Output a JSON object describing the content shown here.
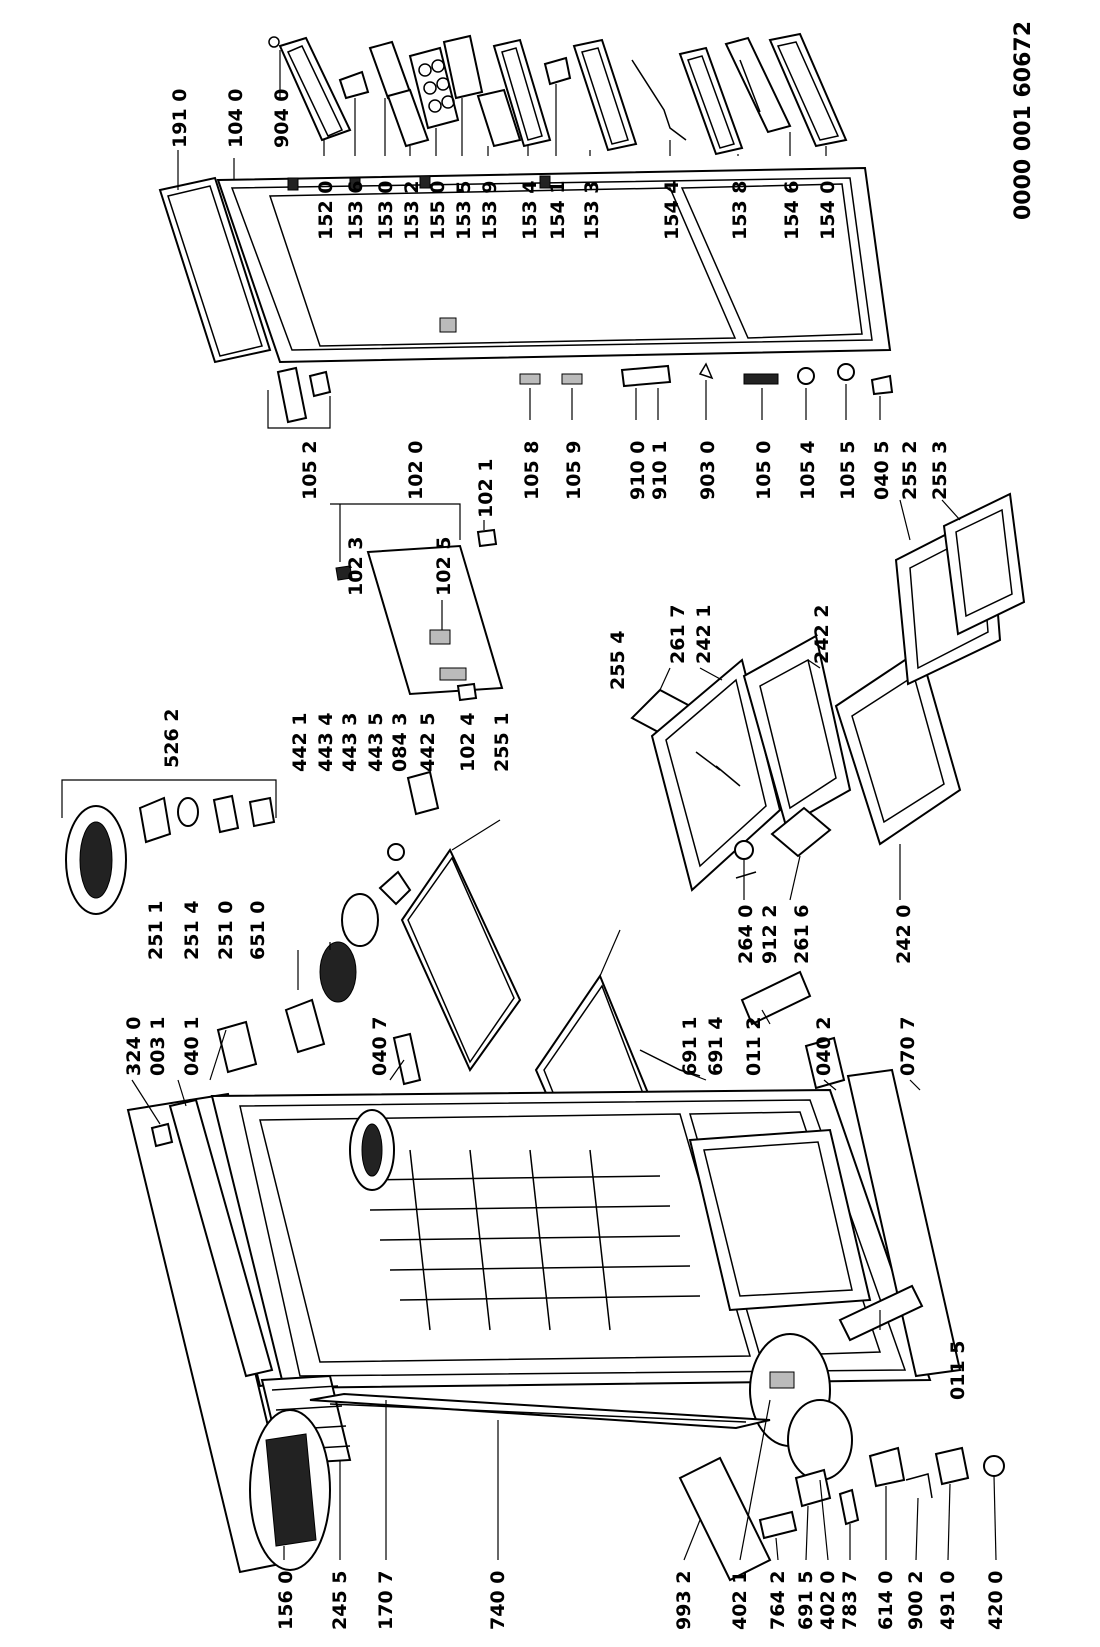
{
  "document_code": "0000 001 60672",
  "labels": {
    "l1910": "191 0",
    "l1040": "104 0",
    "l9040": "904 0",
    "l1520": "152 0",
    "l1536": "153 6",
    "l1530": "153 0",
    "l1532": "153 2",
    "l1550": "155 0",
    "l1535": "153 5",
    "l1539": "153 9",
    "l1534": "153 4",
    "l1541": "154 1",
    "l1533": "153 3",
    "l1544": "154 4",
    "l1538": "153 8",
    "l1546": "154 6",
    "l1540": "154 0",
    "l1052": "105 2",
    "l1020": "102 0",
    "l1023": "102 3",
    "l1025": "102 5",
    "l1021": "102 1",
    "l1058": "105 8",
    "l1059": "105 9",
    "l9100": "910 0",
    "l9101": "910 1",
    "l9030": "903 0",
    "l1050": "105 0",
    "l1054": "105 4",
    "l1055": "105 5",
    "l0405": "040 5",
    "l2552": "255 2",
    "l2553": "255 3",
    "l5262": "526 2",
    "l4421": "442 1",
    "l4434": "443 4",
    "l4433": "443 3",
    "l4435": "443 5",
    "l0843": "084 3",
    "l4425": "442 5",
    "l1024": "102 4",
    "l2551": "255 1",
    "l2554": "255 4",
    "l2617": "261 7",
    "l2421": "242 1",
    "l2422": "242 2",
    "l2640": "264 0",
    "l9122": "912 2",
    "l2616": "261 6",
    "l2420": "242 0",
    "l2511": "251 1",
    "l2514": "251 4",
    "l2510": "251 0",
    "l6510": "651 0",
    "l3240": "324 0",
    "l0031": "003 1",
    "l0401": "040 1",
    "l0407": "040 7",
    "l6911": "691 1",
    "l6914": "691 4",
    "l0112": "011 2",
    "l0402": "040 2",
    "l0707": "070 7",
    "l1560": "156 0",
    "l2455": "245 5",
    "l1707": "170 7",
    "l7400": "740 0",
    "l9932": "993 2",
    "l4021": "402 1",
    "l7642": "764 2",
    "l6915": "691 5",
    "l4020": "402 0",
    "l7837": "783 7",
    "l6140": "614 0",
    "l9002": "900 2",
    "l4910": "491 0",
    "l4200": "420 0",
    "l0115": "011 5"
  }
}
